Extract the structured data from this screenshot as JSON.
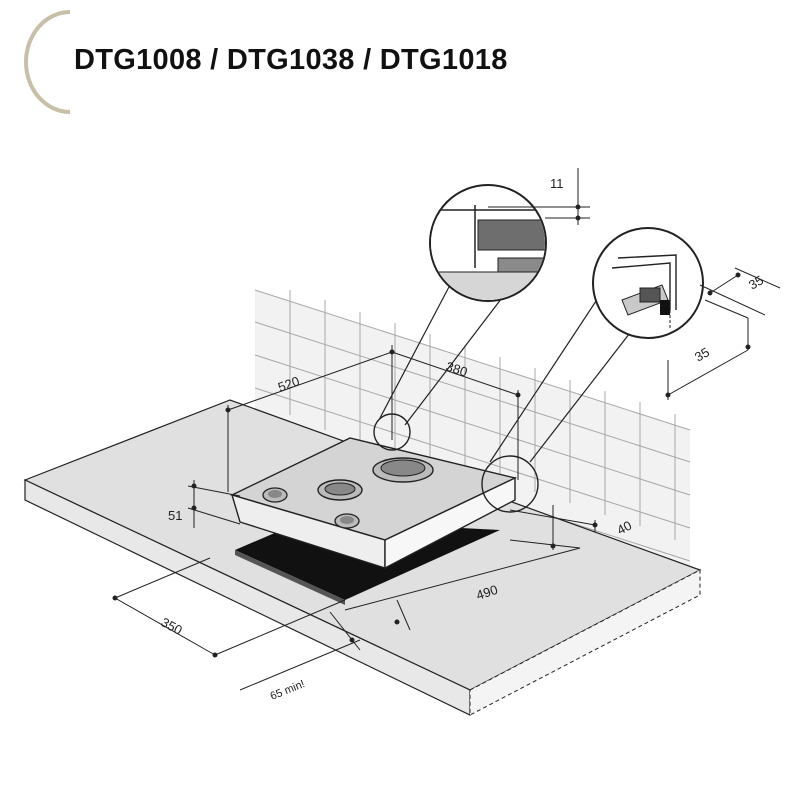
{
  "header": {
    "title": "DTG1008 / DTG1038 / DTG1018"
  },
  "diagram": {
    "dimensions": {
      "cutout_depth": "520",
      "cutout_width": "380",
      "hob_height": "51",
      "worktop_depth": "350",
      "hob_width": "490",
      "wall_clearance": "40",
      "min_edge": "65 min!",
      "detail_step": "11",
      "connector_offset_a": "35",
      "connector_offset_b": "35"
    },
    "colors": {
      "accent_arc": "#c8bfa8",
      "worktop": "#e0e0e0",
      "wall": "#f1f1f1",
      "hob_top": "#d4d4d4",
      "cutout": "#111111",
      "line": "#222222"
    }
  }
}
